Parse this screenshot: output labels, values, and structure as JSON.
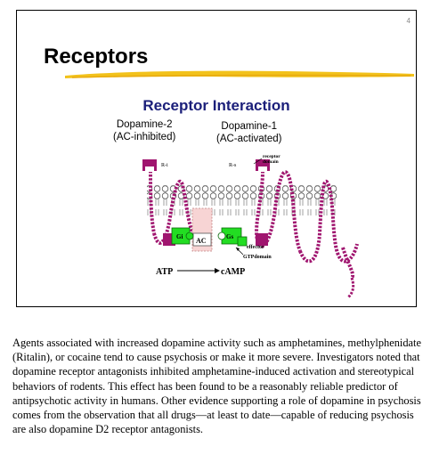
{
  "slide": {
    "number": "4",
    "title": "Receptors",
    "subtitle": "Receptor Interaction",
    "receptor_left": {
      "line1": "Dopamine-2",
      "line2": "(AC-inhibited)"
    },
    "receptor_right": {
      "line1": "Dopamine-1",
      "line2": "(AC-activated)"
    },
    "diagram_labels": {
      "r_i": "R-i",
      "r_s": "R-s",
      "receptor_domain_1": "receptor",
      "receptor_domain_2": "domain",
      "g_i": "Gi",
      "g_s": "Gs",
      "ac": "AC",
      "effector": "effector",
      "gtp_domain": "GTPdomain",
      "atp": "ATP",
      "camp": "cAMP"
    },
    "colors": {
      "title_underline": "#f2c21b",
      "subtitle": "#1b1f7a",
      "receptor": "#a0156f",
      "g_protein": "#22dd22",
      "adenylate_cyclase": "#f7d4d4"
    }
  },
  "caption": "Agents associated with increased dopamine activity such as amphetamines, methylphenidate (Ritalin), or cocaine tend to cause psychosis or make it more severe. Investigators noted that dopamine receptor antagonists inhibited amphetamine-induced activation and stereotypical behaviors of rodents. This effect has been found to be a reasonably reliable predictor of antipsychotic activity in humans. Other evidence supporting a role of dopamine in psychosis comes from the observation that all drugs—at least to date—capable of reducing psychosis are also dopamine D2 receptor antagonists."
}
